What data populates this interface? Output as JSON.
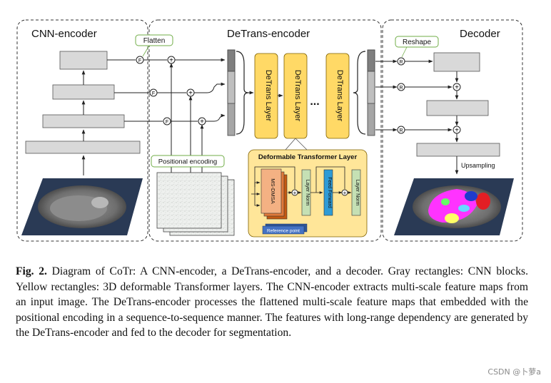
{
  "figure": {
    "sections": {
      "cnn_encoder": "CNN-encoder",
      "detrans_encoder": "DeTrans-encoder",
      "decoder": "Decoder"
    },
    "tags": {
      "flatten": "Flatten",
      "reshape": "Reshape"
    },
    "positional_encoding": "Positional encoding",
    "detrans_layer": "DeTrans Layer",
    "ellipsis": "...",
    "deformable_title": "Deformable Transformer Layer",
    "ms_dmsa": "MS-DMSA",
    "layer_norm": "Layer Norm",
    "feed_forward": "Feed Forward",
    "reference_point": "Reference point",
    "upsampling": "Upsampling",
    "symbols": {
      "flatten_op": "F",
      "reshape_op": "R",
      "add_op": "+"
    },
    "colors": {
      "cnn_block": "#d9d9d9",
      "detrans_layer": "#ffd966",
      "deformable_panel": "#ffe699",
      "layer_norm": "#c5e0b4",
      "feed_forward": "#2e9bd6",
      "ms_dmsa": "#f4b183",
      "reference_point": "#4472c4",
      "tag_border": "#70ad47"
    }
  },
  "caption": {
    "label": "Fig. 2.",
    "text": " Diagram of CoTr: A CNN-encoder, a DeTrans-encoder, and a decoder. Gray rectangles: CNN blocks. Yellow rectangles: 3D deformable Transformer layers. The CNN-encoder extracts multi-scale feature maps from an input image. The DeTrans-encoder processes the flattened multi-scale feature maps that embedded with the positional encoding in a sequence-to-sequence manner. The features with long-range dependency are generated by the DeTrans-encoder and fed to the decoder for segmentation."
  },
  "watermark": "CSDN @卜萝a"
}
